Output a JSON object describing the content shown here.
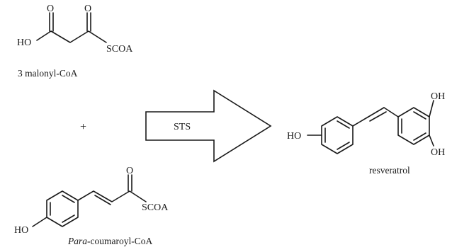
{
  "reactant_1": {
    "atoms": {
      "oxygen_carbonyl_1": "O",
      "oxygen_carbonyl_2": "O",
      "hydroxyl": "HO",
      "thioester": "SCOA"
    },
    "caption": "3 malonyl-CoA"
  },
  "plus_sign": "+",
  "reactant_2": {
    "atoms": {
      "oxygen_carbonyl": "O",
      "thioester": "SCOA",
      "hydroxyl": "HO"
    },
    "caption_italic": "Para",
    "caption_rest": "-coumaroyl-CoA"
  },
  "enzyme_arrow": {
    "label": "STS"
  },
  "product": {
    "atoms": {
      "hydroxyl_left": "HO",
      "hydroxyl_top": "OH",
      "hydroxyl_bottom": "OH"
    },
    "caption": "resveratrol"
  }
}
